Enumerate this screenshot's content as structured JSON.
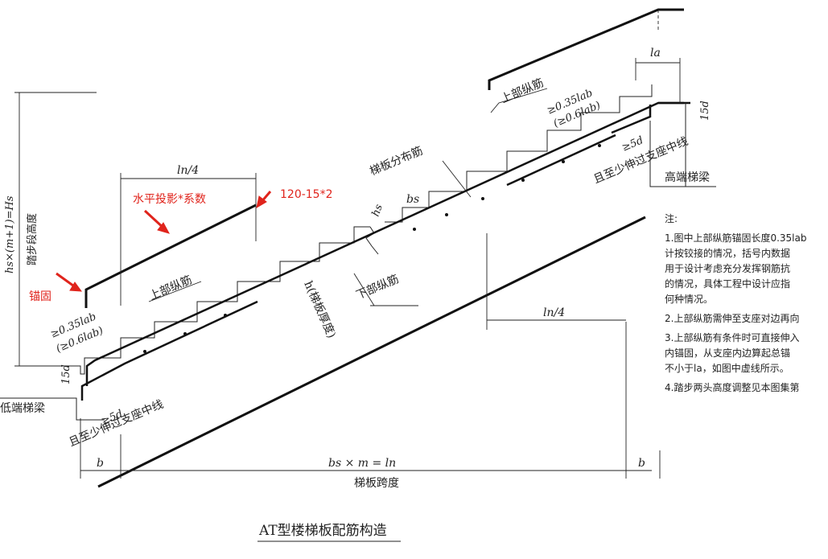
{
  "title": "AT型楼梯板配筋构造",
  "labels": {
    "upper_bar_top": "上部纵筋",
    "upper_bar_bottom": "上部纵筋",
    "distribution_bar": "梯板分布筋",
    "lower_bar": "下部纵筋",
    "slab_thickness": "h(梯板厚度)",
    "h_s": "hs",
    "b_s": "bs",
    "high_beam": "高端梯梁",
    "low_beam": "低端梯梁",
    "support_top": "且至少伸过支座中线",
    "support_bottom": "且至少伸过支座中线",
    "five_d_top": "≥5d",
    "five_d_bottom": "≥5d",
    "fifteen_d_top": "15d",
    "fifteen_d_bottom": "15d",
    "anchor_top_1": "≥0.35lab",
    "anchor_top_2": "(≥0.6lab)",
    "anchor_bottom_1": "≥0.35lab",
    "anchor_bottom_2": "(≥0.6lab)",
    "la": "la",
    "ln4_top": "ln/4",
    "ln4_bottom": "ln/4",
    "b_left": "b",
    "b_right": "b",
    "span_formula": "bs × m = ln",
    "span_label": "梯板跨度",
    "height_vertical": "hs×(m+1)=Hs",
    "height_label": "踏步段高度"
  },
  "annotations": {
    "horizontal_proj": "水平投影*系数",
    "dimension_note": "120-15*2",
    "anchor": "锚固"
  },
  "notes": {
    "heading": "注:",
    "lines": [
      "1.图中上部纵筋锚固长度0.35lab",
      "  计按铰接的情况，括号内数据",
      "  用于设计考虑充分发挥钢筋抗",
      "  的情况，具体工程中设计应指",
      "  何种情况。",
      "2.上部纵筋需伸至支座对边再向",
      "3.上部纵筋有条件时可直接伸入",
      "  内锚固，从支座内边算起总锚",
      "  不小于la，如图中虚线所示。",
      "4.踏步两头高度调整见本图集第"
    ]
  }
}
